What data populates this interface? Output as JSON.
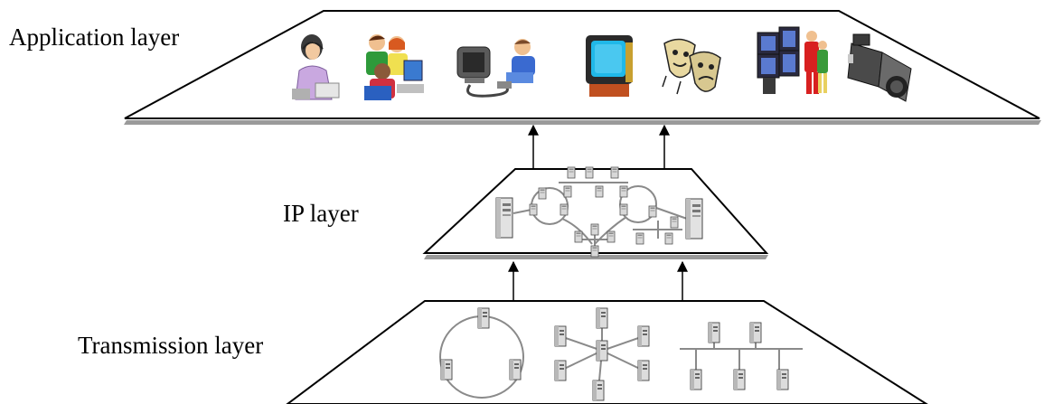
{
  "layers": {
    "application": {
      "label": "Application layer"
    },
    "ip": {
      "label": "IP layer"
    },
    "transmission": {
      "label": "Transmission layer"
    }
  },
  "application_icons": [
    "headset-operator-icon",
    "group-at-computer-icon",
    "person-with-monitor-icon",
    "television-icon",
    "theater-masks-icon",
    "video-wall-icon",
    "video-camera-icon"
  ],
  "colors": {
    "outline": "#000000",
    "link": "#8a8a8a",
    "shadow": "#9a9a9a"
  }
}
